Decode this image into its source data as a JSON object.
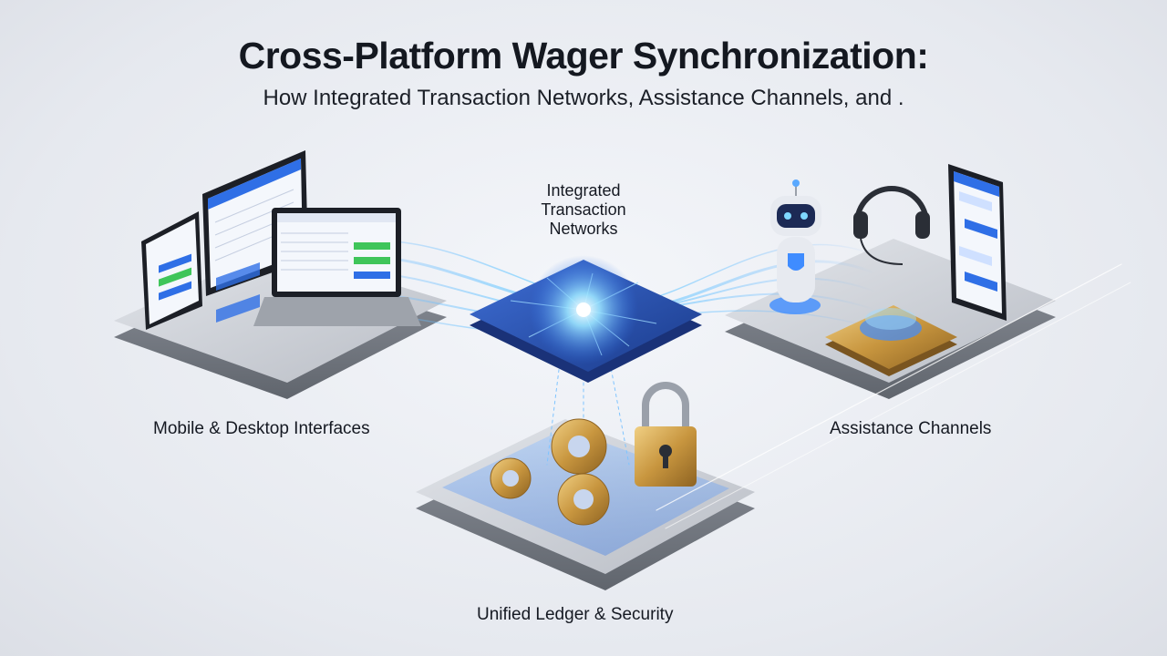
{
  "header": {
    "title": "Cross-Platform Wager Synchronization:",
    "subtitle": "How Integrated Transaction Networks, Assistance Channels, and ."
  },
  "nodes": {
    "devices": {
      "label": "Mobile & Desktop Interfaces"
    },
    "network": {
      "label": "Integrated\nTransaction\nNetworks"
    },
    "assistance": {
      "label": "Assistance Channels"
    },
    "ledger": {
      "label": "Unified Ledger & Security"
    }
  },
  "colors": {
    "background": "#e9ecf1",
    "platform": "#c9ccd3",
    "accent_blue": "#2f6fe6",
    "glow_cyan": "#7fd8ff",
    "ui_green": "#3fc55a",
    "gold": "#c99a45"
  },
  "icons": [
    "tablet-icon",
    "monitor-icon",
    "laptop-icon",
    "network-chip-icon",
    "robot-icon",
    "headset-icon",
    "smartphone-icon",
    "gear-icon",
    "padlock-icon"
  ]
}
